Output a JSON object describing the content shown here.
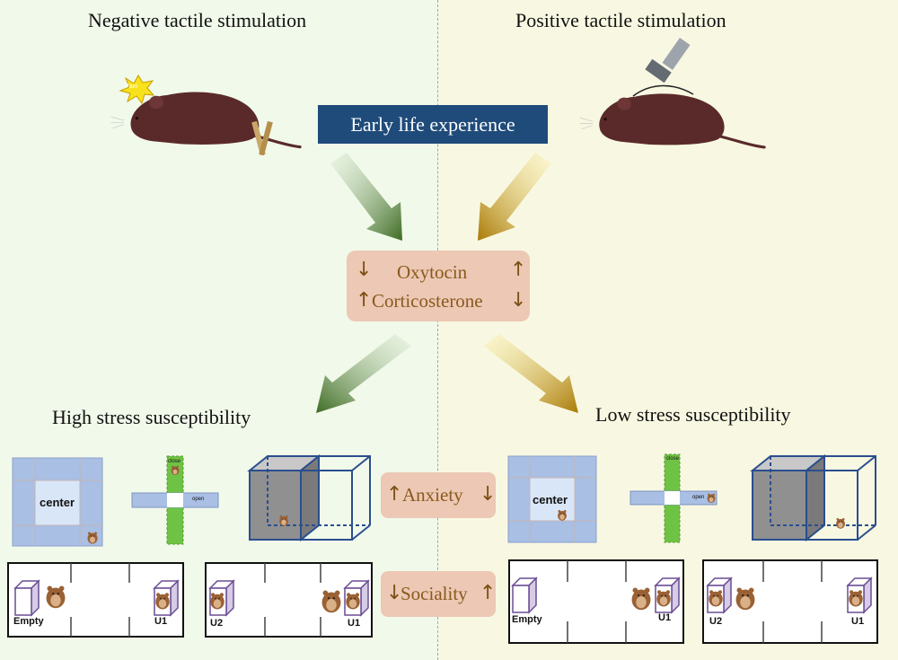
{
  "headings": {
    "negative": "Negative tactile stimulation",
    "positive": "Positive tactile stimulation"
  },
  "center": {
    "early_life": "Early life experience"
  },
  "hormones": [
    {
      "name": "Oxytocin",
      "left": "↓",
      "right": "↑"
    },
    {
      "name": "Corticosterone",
      "left": "↑",
      "right": "↓"
    }
  ],
  "outcomes": {
    "high": "High stress susceptibility",
    "low": "Low stress susceptibility"
  },
  "measures": [
    {
      "name": "Anxiety",
      "left": "↑",
      "right": "↓"
    },
    {
      "name": "Sociality",
      "left": "↓",
      "right": "↑"
    }
  ],
  "labels": {
    "pain": "Pain",
    "center": "center",
    "close": "close",
    "open": "open",
    "empty": "Empty",
    "u1": "U1",
    "u2": "U2"
  },
  "colors": {
    "early_life_box": "#1e4b7a",
    "pill_background": "#ecc8b5",
    "negative_arrow": "#3d6b22",
    "positive_arrow": "#a97a06",
    "rat": "#5a2a2a"
  },
  "icons": [
    "pain-burst-icon",
    "clothespin-icon",
    "brush-icon",
    "rat",
    "hamster"
  ]
}
